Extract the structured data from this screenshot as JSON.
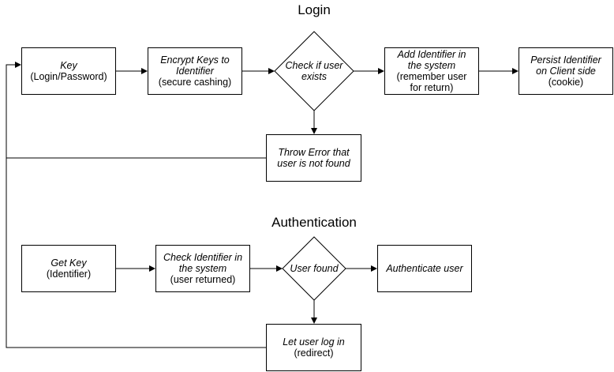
{
  "login": {
    "title": "Login",
    "key": {
      "line1": "Key",
      "line2": "(Login/Password)"
    },
    "encrypt": {
      "line1": "Encrypt Keys to",
      "line2": "Identifier",
      "line3": "(secure cashing)"
    },
    "check": {
      "line1": "Check if user",
      "line2": "exists"
    },
    "add": {
      "line1": "Add Identifier in",
      "line2": "the system",
      "line3": "(remember user",
      "line4": "for return)"
    },
    "persist": {
      "line1": "Persist Identifier",
      "line2": "on Client side",
      "line3": "(cookie)"
    },
    "error": {
      "line1": "Throw Error that",
      "line2": "user is not found"
    }
  },
  "auth": {
    "title": "Authentication",
    "getkey": {
      "line1": "Get Key",
      "line2": "(Identifier)"
    },
    "check": {
      "line1": "Check Identifier in",
      "line2": "the system",
      "line3": "(user returned)"
    },
    "found": {
      "line1": "User found"
    },
    "authenticate": {
      "line1": "Authenticate user"
    },
    "letlogin": {
      "line1": "Let user log in",
      "line2": "(redirect)"
    }
  }
}
